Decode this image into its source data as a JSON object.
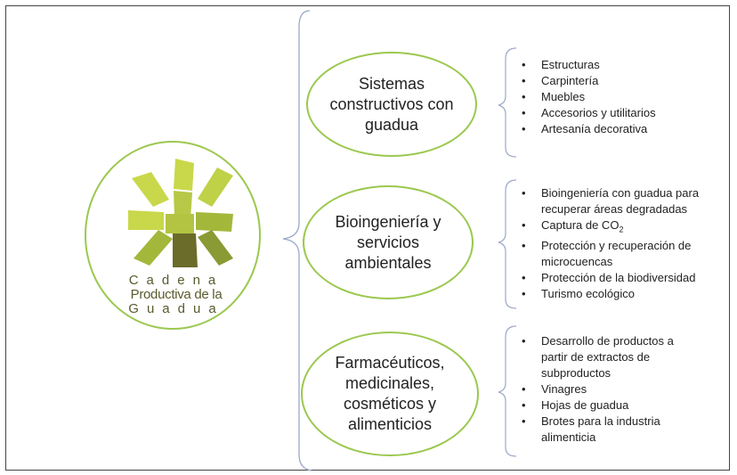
{
  "center": {
    "caption_line1": "Cadena",
    "caption_line2": "Productiva de la",
    "caption_line3": "Guadua",
    "colors": {
      "ellipse_border": "#9bc84f",
      "logo_light": "#c9d84a",
      "logo_mid": "#a3b83a",
      "logo_dark": "#6b6b2a"
    }
  },
  "categories": [
    {
      "label_lines": [
        "Sistemas",
        "constructivos con",
        "guadua"
      ],
      "items": [
        {
          "text": "Estructuras"
        },
        {
          "text": "Carpintería"
        },
        {
          "text": "Muebles"
        },
        {
          "text": "Accesorios y utilitarios"
        },
        {
          "text": "Artesanía decorativa"
        }
      ]
    },
    {
      "label_lines": [
        "Bioingeniería y",
        "servicios",
        "ambientales"
      ],
      "items": [
        {
          "text": "Bioingeniería con guadua para",
          "cont": "recuperar áreas degradadas"
        },
        {
          "text": "Captura de CO",
          "sub": "2"
        },
        {
          "text": "Protección y recuperación de",
          "cont": "microcuencas"
        },
        {
          "text": "Protección de la biodiversidad"
        },
        {
          "text": "Turismo ecológico"
        }
      ]
    },
    {
      "label_lines": [
        "Farmacéuticos,",
        "medicinales,",
        "cosméticos y",
        "alimenticios"
      ],
      "items": [
        {
          "text": "Desarrollo de productos a",
          "cont": "partir de extractos de",
          "cont2": "subproductos"
        },
        {
          "text": "Vinagres"
        },
        {
          "text": "Hojas de guadua"
        },
        {
          "text": "Brotes para la industria",
          "cont": "alimenticia"
        }
      ]
    }
  ]
}
